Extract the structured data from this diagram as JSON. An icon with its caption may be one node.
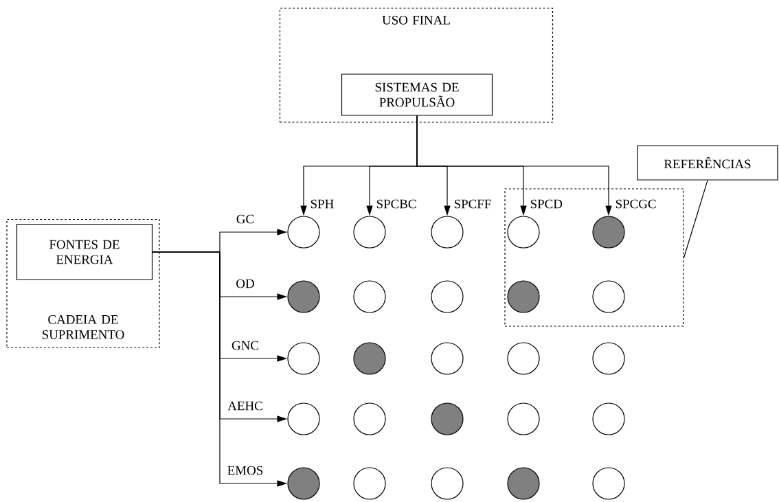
{
  "diagram": {
    "nodes": [
      {
        "text": [
          "USO FINAL"
        ]
      },
      {
        "text": [
          "SISTEMAS DE PROPULSÃO"
        ],
        "in": 0
      },
      {
        "text": [
          "REFERÊNCIAS"
        ]
      },
      {
        "text": [
          "CADEIA DE SUPRIMENTO"
        ]
      },
      {
        "text": [
          "FONTES DE ENERGIA"
        ],
        "in": 3
      },
      {
        "text": [],
        "shape": "box"
      },
      {
        "text": [],
        "shape": "circle"
      },
      {
        "text": [],
        "shape": "circle"
      },
      {
        "text": [],
        "shape": "circle"
      },
      {
        "text": [],
        "shape": "circle",
        "in": 5
      },
      {
        "text": [],
        "shape": "disc",
        "in": 5
      },
      {
        "text": [],
        "shape": "disc"
      },
      {
        "text": [],
        "shape": "circle"
      },
      {
        "text": [],
        "shape": "circle"
      },
      {
        "text": [],
        "shape": "disc",
        "in": 5
      },
      {
        "text": [],
        "shape": "circle",
        "in": 5
      },
      {
        "text": [],
        "shape": "circle"
      },
      {
        "text": [],
        "shape": "disc"
      },
      {
        "text": [],
        "shape": "circle"
      },
      {
        "text": [],
        "shape": "circle"
      },
      {
        "text": [],
        "shape": "circle"
      },
      {
        "text": [],
        "shape": "circle"
      },
      {
        "text": [],
        "shape": "circle"
      },
      {
        "text": [],
        "shape": "disc"
      },
      {
        "text": [],
        "shape": "circle"
      },
      {
        "text": [],
        "shape": "circle"
      },
      {
        "text": [],
        "shape": "disc"
      },
      {
        "text": [],
        "shape": "circle"
      },
      {
        "text": [],
        "shape": "circle"
      },
      {
        "text": [],
        "shape": "disc"
      },
      {
        "text": [],
        "shape": "circle"
      }
    ],
    "edges": [
      {
        "from": 1,
        "to": 6,
        "arrow": "to",
        "label": "SPH"
      },
      {
        "from": 1,
        "to": 7,
        "arrow": "to",
        "label": "SPCBC"
      },
      {
        "from": 1,
        "to": 8,
        "arrow": "to",
        "label": "SPCFF"
      },
      {
        "from": 1,
        "to": 9,
        "arrow": "to",
        "label": "SPCD"
      },
      {
        "from": 1,
        "to": 10,
        "arrow": "to",
        "label": "SPCGC"
      },
      {
        "from": 4,
        "to": 6,
        "arrow": "to",
        "label": "GC"
      },
      {
        "from": 4,
        "to": 11,
        "arrow": "to",
        "label": "OD"
      },
      {
        "from": 4,
        "to": 16,
        "arrow": "to",
        "label": "GNC"
      },
      {
        "from": 4,
        "to": 21,
        "arrow": "to",
        "label": "AEHC"
      },
      {
        "from": 4,
        "to": 26,
        "arrow": "to",
        "label": "EMOS"
      },
      {
        "from": 2,
        "to": 5,
        "arrow": "none"
      }
    ]
  }
}
